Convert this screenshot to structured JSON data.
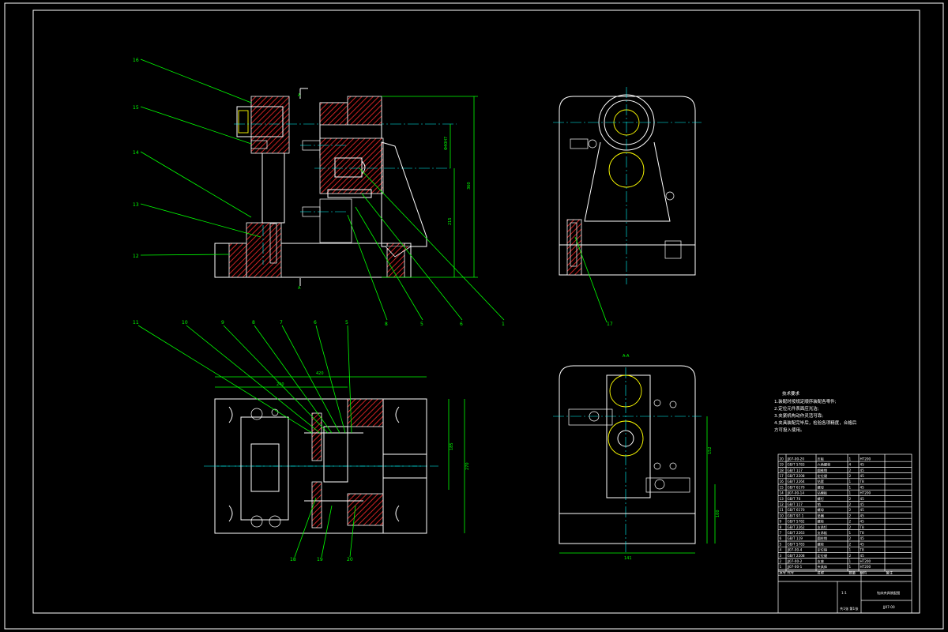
{
  "colors": {
    "background": "#000000",
    "outline": "#ffffff",
    "leader": "#00ff00",
    "centerline": "#00ffff",
    "section_hatch": "#ff2a2a",
    "highlight": "#ffff00"
  },
  "views": {
    "front": {
      "part_labels_left": [
        "16",
        "15",
        "14",
        "13",
        "12"
      ],
      "part_labels_bottom": [
        "8",
        "5",
        "6",
        "1"
      ],
      "section_marks": [
        "A",
        "A"
      ],
      "dimensions": [
        "360",
        "215",
        "Φ40H7"
      ]
    },
    "side": {
      "part_label": "17"
    },
    "top": {
      "part_labels_top": [
        "11",
        "10",
        "9",
        "8",
        "7",
        "6",
        "5"
      ],
      "part_labels_bottom": [
        "18",
        "19",
        "20"
      ],
      "dimensions": [
        "420",
        "240",
        "185",
        "270"
      ]
    },
    "section": {
      "title": "A-A",
      "dimensions": [
        "152",
        "100",
        "141"
      ]
    }
  },
  "notes": {
    "title": "技术要求",
    "lines": [
      "1.装配时按规定顺序装配各零件;",
      "2.定位元件表面应光洁;",
      "3.夹紧机构动作灵活可靠;",
      "4.夹具装配完毕后，检验各项精度，合格后",
      "方可投入使用。"
    ]
  },
  "bom": {
    "rows": [
      [
        "20",
        "JJ07-00-20",
        "压板",
        "1",
        "HT200",
        ""
      ],
      [
        "19",
        "GB/T 5783",
        "六角螺栓",
        "4",
        "45",
        ""
      ],
      [
        "18",
        "GB/T 117",
        "圆锥销",
        "2",
        "45",
        ""
      ],
      [
        "17",
        "GB/T 2208",
        "定位键",
        "2",
        "45",
        ""
      ],
      [
        "16",
        "GB/T 2264",
        "钻套",
        "1",
        "T8",
        ""
      ],
      [
        "15",
        "GB/T 6170",
        "螺母",
        "1",
        "45",
        ""
      ],
      [
        "14",
        "JJ07-00-14",
        "钻模板",
        "1",
        "HT200",
        ""
      ],
      [
        "13",
        "GB/T 70",
        "螺钉",
        "2",
        "45",
        ""
      ],
      [
        "12",
        "GB/T 117",
        "销",
        "2",
        "45",
        ""
      ],
      [
        "11",
        "GB/T 6170",
        "螺母",
        "2",
        "45",
        ""
      ],
      [
        "10",
        "GB/T 97.1",
        "垫圈",
        "2",
        "45",
        ""
      ],
      [
        "9",
        "GB/T 5782",
        "螺栓",
        "2",
        "45",
        ""
      ],
      [
        "8",
        "GB/T 2262",
        "支承钉",
        "2",
        "T8",
        ""
      ],
      [
        "7",
        "GB/T 2263",
        "支承板",
        "1",
        "T8",
        ""
      ],
      [
        "6",
        "GB/T 119",
        "圆柱销",
        "2",
        "45",
        ""
      ],
      [
        "5",
        "GB/T 5783",
        "螺栓",
        "2",
        "45",
        ""
      ],
      [
        "4",
        "JJ07-00-4",
        "定位销",
        "1",
        "T8",
        ""
      ],
      [
        "3",
        "GB/T 2208",
        "定位键",
        "2",
        "45",
        ""
      ],
      [
        "2",
        "JJ07-00-2",
        "支座",
        "1",
        "HT200",
        ""
      ],
      [
        "1",
        "JJ07-00-1",
        "夹具体",
        "1",
        "HT200",
        ""
      ]
    ],
    "header": [
      "序号",
      "代号",
      "名称",
      "数量",
      "材料",
      "备注"
    ]
  },
  "title_block": {
    "name": "钻床夹具装配图",
    "drawing_no": "JJ07-00",
    "scale": "1:1",
    "sheet": "共1张 第1张"
  }
}
